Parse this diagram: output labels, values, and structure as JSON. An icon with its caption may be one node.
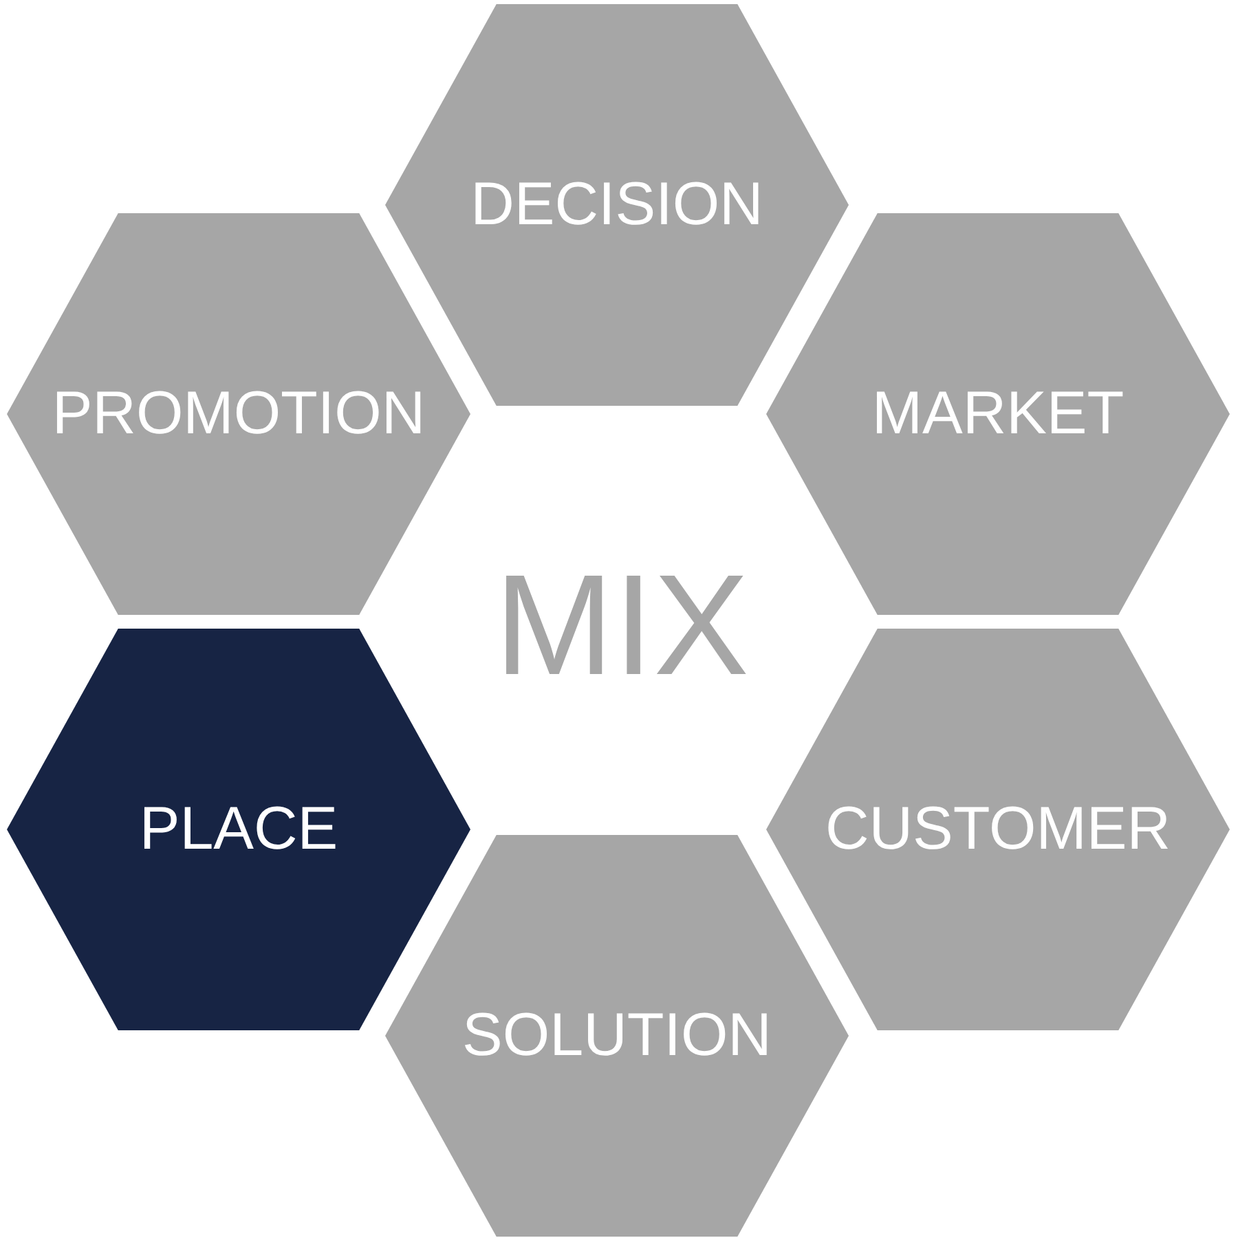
{
  "diagram": {
    "nodes": [
      {
        "text": [
          "DECISION"
        ]
      },
      {
        "text": [
          "PROMOTION"
        ]
      },
      {
        "text": [
          "MARKET"
        ]
      },
      {
        "text": [
          "PLACE"
        ]
      },
      {
        "text": [
          "CUSTOMER"
        ]
      },
      {
        "text": [
          "SOLUTION"
        ]
      }
    ],
    "labels": [
      "MIX"
    ]
  }
}
